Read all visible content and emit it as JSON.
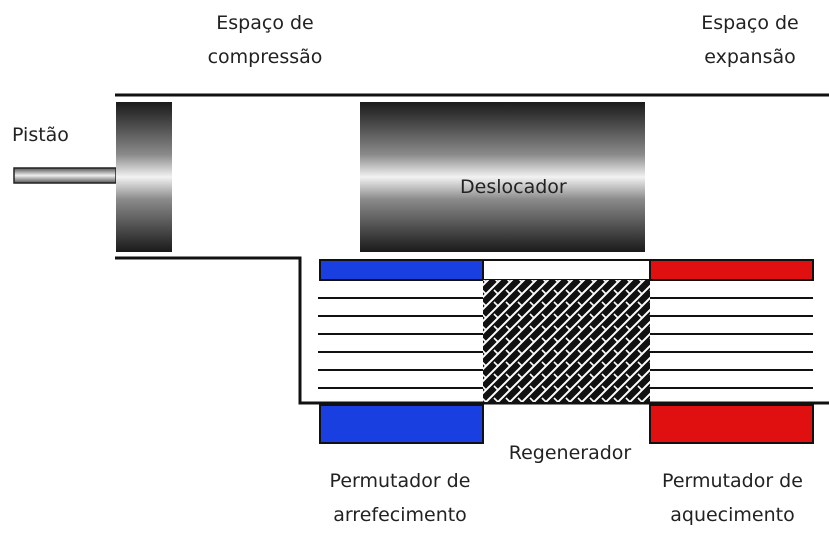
{
  "labels": {
    "compression_space": [
      "Espaço de",
      "compressão"
    ],
    "expansion_space": [
      "Espaço de",
      "expansão"
    ],
    "piston": "Pistão",
    "displacer": "Deslocador",
    "regenerator": "Regenerador",
    "cooling_exchanger": [
      "Permutador de",
      "arrefecimento"
    ],
    "heating_exchanger": [
      "Permutador de",
      "aquecimento"
    ]
  },
  "colors": {
    "cold": "#1a3fe0",
    "hot": "#e01010",
    "outline": "#111111"
  }
}
